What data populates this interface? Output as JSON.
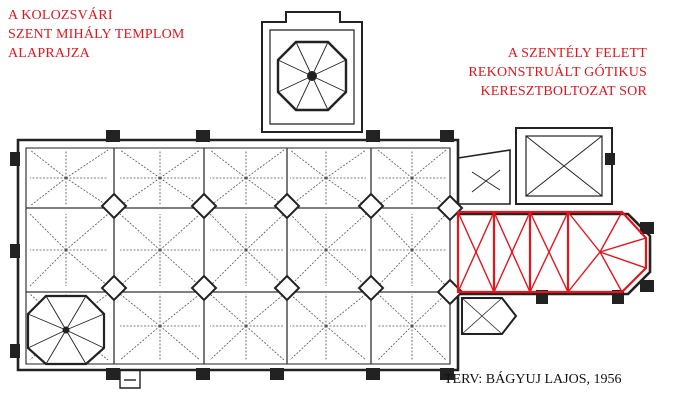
{
  "title": {
    "line1": "A KOLOZSVÁRI",
    "line2": "SZENT MIHÁLY TEMPLOM",
    "line3": "ALAPRAJZA"
  },
  "annotation": {
    "line1": "A  SZENTÉLY FELETT",
    "line2": "REKONSTRUÁLT GÓTIKUS",
    "line3": "KERESZTBOLTOZAT SOR"
  },
  "credit": "TERV: BÁGYUJ LAJOS, 1956",
  "colors": {
    "ink": "#222222",
    "highlight": "#e8141b",
    "background": "#ffffff"
  }
}
